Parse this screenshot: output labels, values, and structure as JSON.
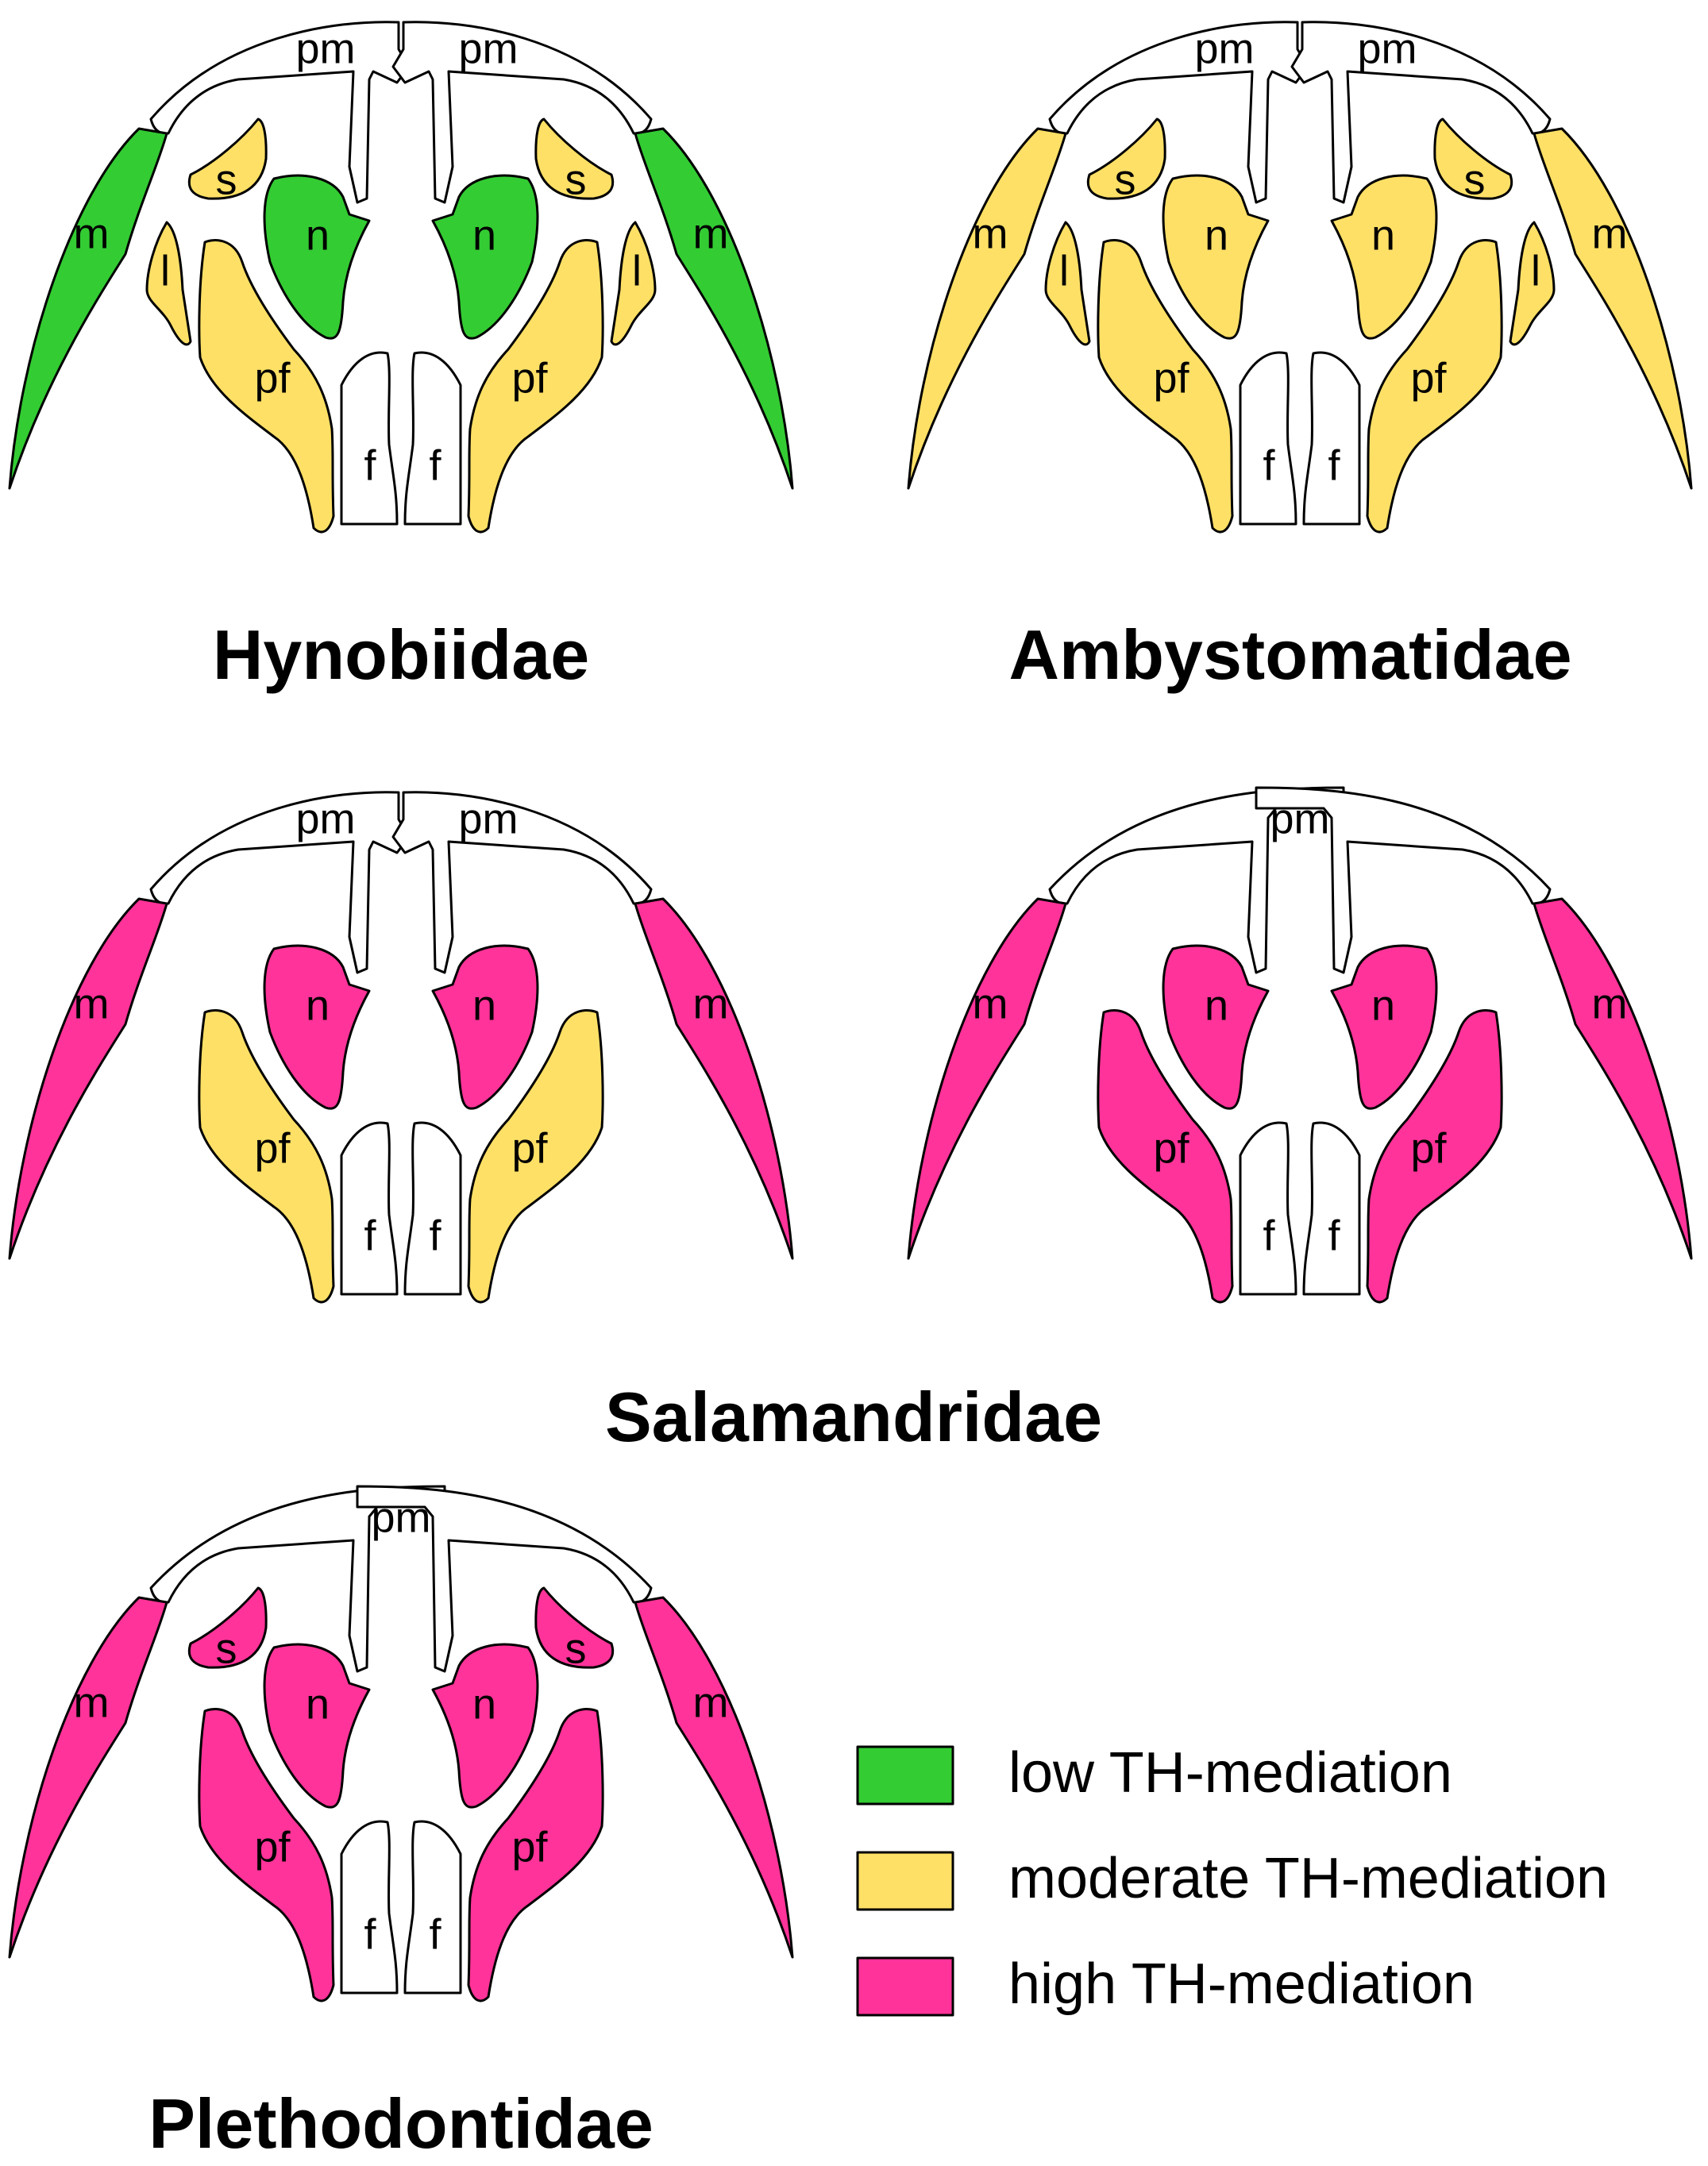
{
  "colors": {
    "low": "#33cc33",
    "moderate": "#ffe066",
    "high": "#ff3399",
    "unscored": "#ffffff"
  },
  "bone_labels": {
    "pm": "pm",
    "s": "s",
    "m": "m",
    "n": "n",
    "l": "l",
    "pf": "pf",
    "f": "f"
  },
  "families": {
    "hynobiidae": "Hynobiidae",
    "ambystomatidae": "Ambystomatidae",
    "salamandridae": "Salamandridae",
    "plethodontidae": "Plethodontidae"
  },
  "skulls": [
    {
      "id": "hynobiidae",
      "pm_split": true,
      "bones": {
        "m": "low",
        "s": "moderate",
        "n": "low",
        "l": "moderate",
        "pf": "moderate"
      }
    },
    {
      "id": "ambystomatidae",
      "pm_split": true,
      "bones": {
        "m": "moderate",
        "s": "moderate",
        "n": "moderate",
        "l": "moderate",
        "pf": "moderate"
      }
    },
    {
      "id": "salamandridae_a",
      "pm_split": true,
      "bones": {
        "m": "high",
        "n": "high",
        "pf": "moderate"
      }
    },
    {
      "id": "salamandridae_b",
      "pm_split": false,
      "bones": {
        "m": "high",
        "n": "high",
        "pf": "high"
      }
    },
    {
      "id": "plethodontidae",
      "pm_split": false,
      "bones": {
        "m": "high",
        "s": "high",
        "n": "high",
        "pf": "high"
      }
    }
  ],
  "legend": [
    {
      "level": "low",
      "label": "low TH-mediation"
    },
    {
      "level": "moderate",
      "label": "moderate TH-mediation"
    },
    {
      "level": "high",
      "label": "high TH-mediation"
    }
  ]
}
